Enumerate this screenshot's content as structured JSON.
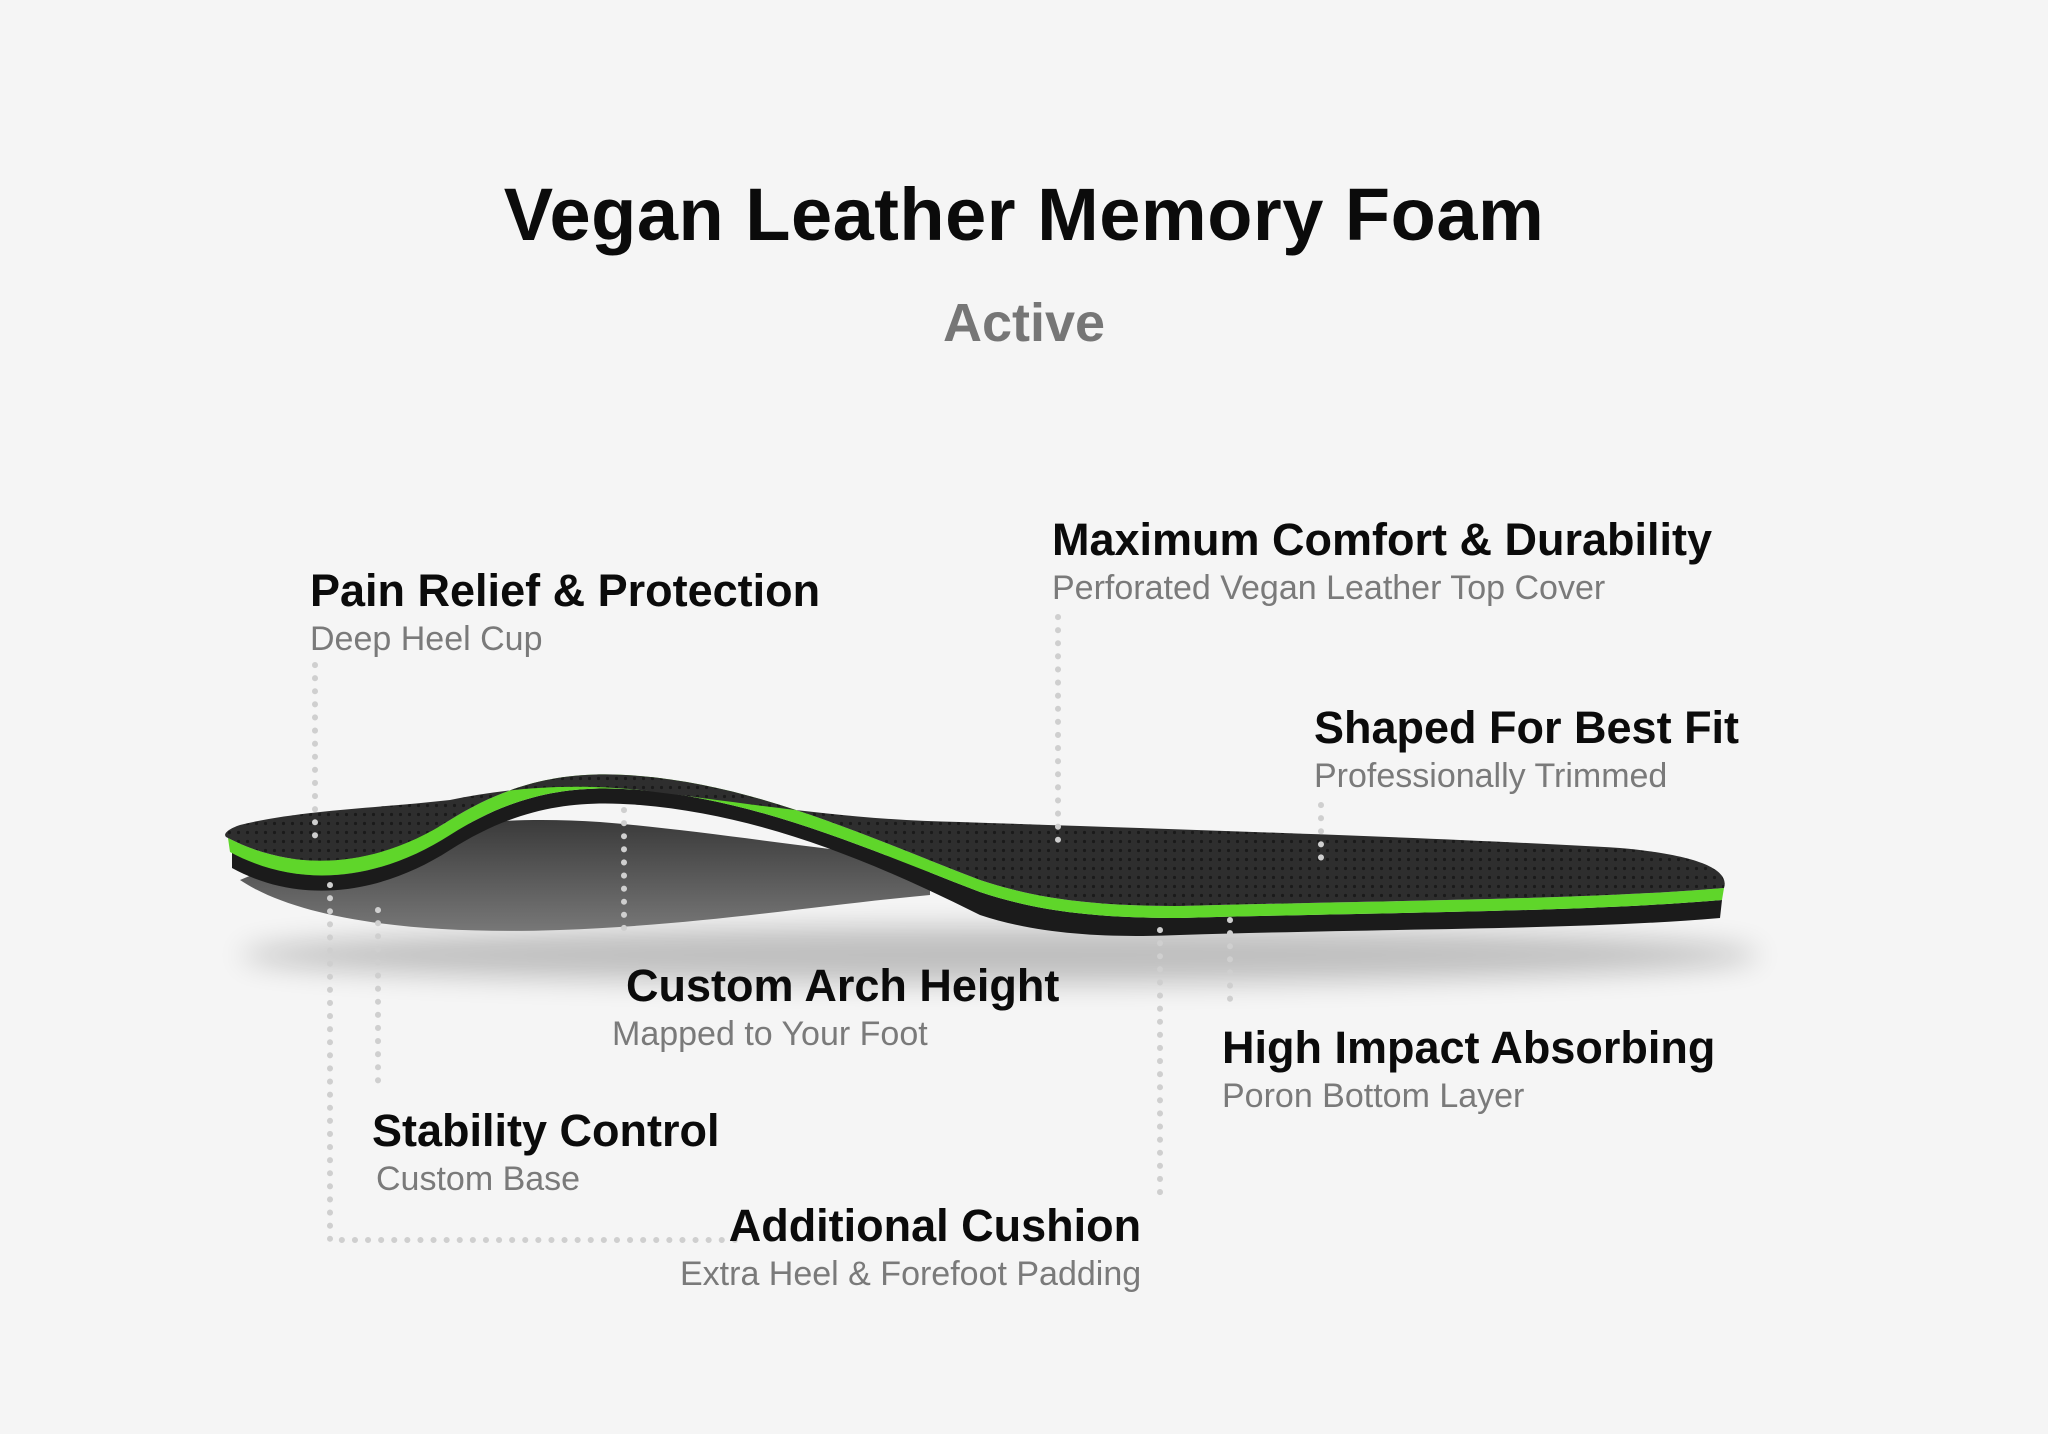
{
  "title": "Vegan Leather Memory Foam",
  "subtitle": "Active",
  "colors": {
    "background": "#f5f5f5",
    "accent_green": "#5fd62a",
    "insole_dark": "#2b2b2b",
    "leader_dots": "#cfcfcf"
  },
  "features": {
    "pain_relief": {
      "title": "Pain Relief & Protection",
      "detail": "Deep Heel Cup"
    },
    "maximum_comfort": {
      "title": "Maximum Comfort & Durability",
      "detail": "Perforated Vegan Leather Top Cover"
    },
    "shaped_fit": {
      "title": "Shaped For Best Fit",
      "detail": "Professionally Trimmed"
    },
    "custom_arch": {
      "title": "Custom Arch Height",
      "detail": "Mapped to Your Foot"
    },
    "high_impact": {
      "title": "High Impact Absorbing",
      "detail": "Poron Bottom Layer"
    },
    "stability": {
      "title": "Stability Control",
      "detail": "Custom Base"
    },
    "additional_cushion": {
      "title": "Additional Cushion",
      "detail": "Extra Heel & Forefoot Padding"
    }
  }
}
